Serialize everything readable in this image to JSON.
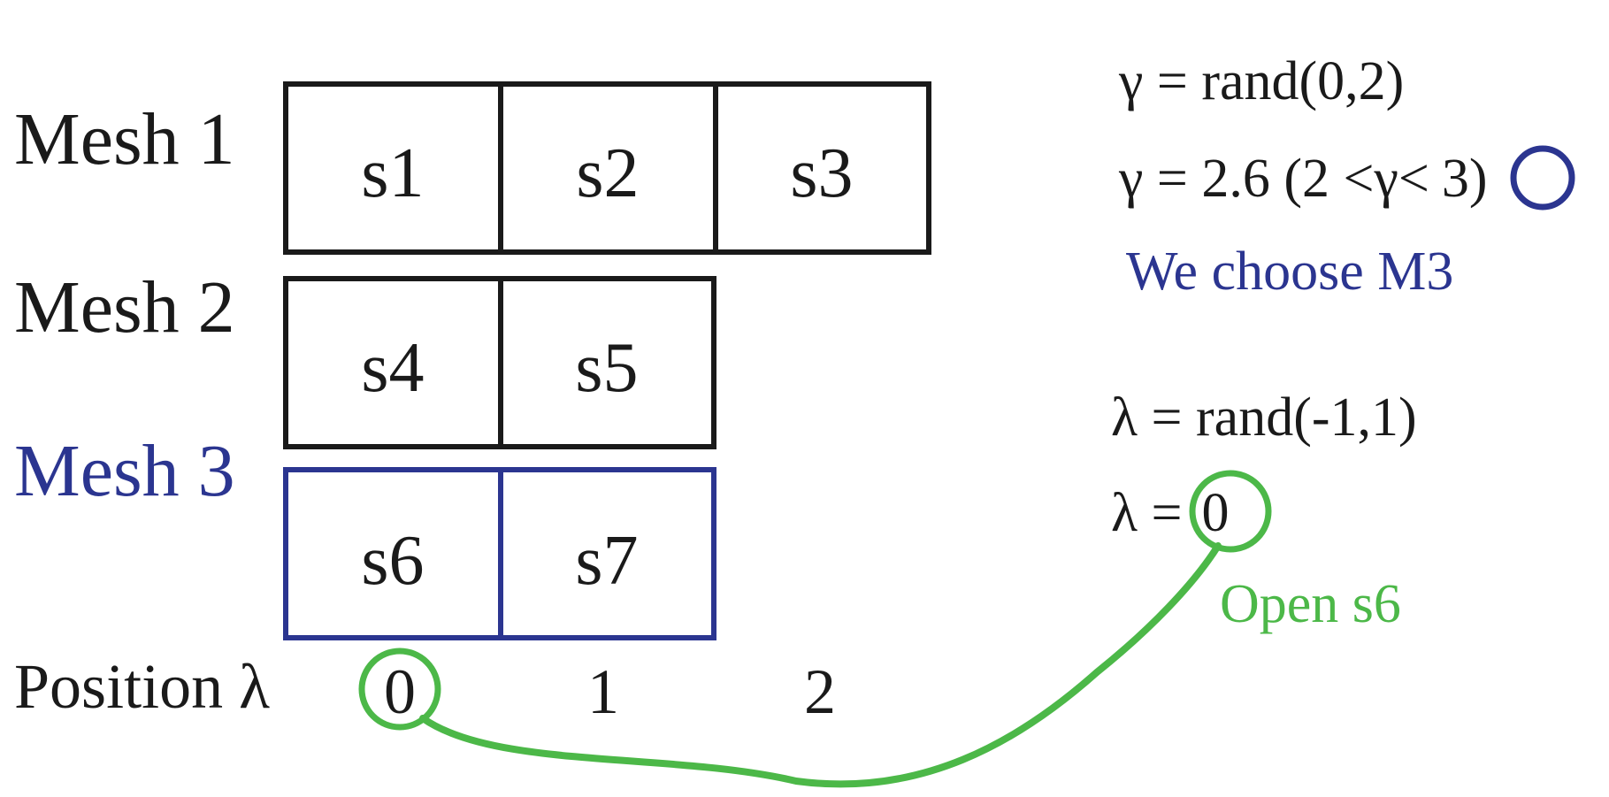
{
  "colors": {
    "black": "#1a1a1a",
    "blue": "#2b3590",
    "green": "#4cb848"
  },
  "meshes": [
    {
      "label": "Mesh 1",
      "cells": [
        "s1",
        "s2",
        "s3"
      ],
      "highlight": false
    },
    {
      "label": "Mesh 2",
      "cells": [
        "s4",
        "s5"
      ],
      "highlight": false
    },
    {
      "label": "Mesh 3",
      "cells": [
        "s6",
        "s7"
      ],
      "highlight": true
    }
  ],
  "position": {
    "label": "Position λ",
    "ticks": [
      "0",
      "1",
      "2"
    ]
  },
  "gamma": {
    "line1": "γ = rand(0,2)",
    "line2_prefix": "γ = 2.6 (2 <γ<",
    "line2_circled": "3",
    "line2_suffix": ")",
    "choice": "We choose M3"
  },
  "lambda": {
    "line1": "λ = rand(-1,1)",
    "line2_prefix": "λ =",
    "line2_circled": "0",
    "action": "Open s6"
  }
}
